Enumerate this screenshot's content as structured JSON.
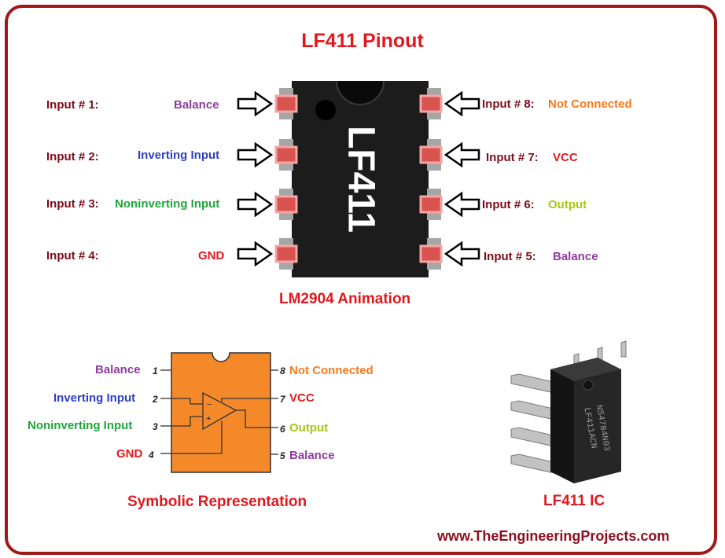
{
  "title": "LF411 Pinout",
  "chip_label": "LF411",
  "chip_caption": "LM2904 Animation",
  "left_pins": [
    {
      "label": "Input # 1:",
      "function": "Balance",
      "color": "#8e3c9e"
    },
    {
      "label": "Input # 2:",
      "function": "Inverting Input",
      "color": "#2e3ec0"
    },
    {
      "label": "Input # 3:",
      "function": "Noninverting Input",
      "color": "#1fa53a"
    },
    {
      "label": "Input # 4:",
      "function": "GND",
      "color": "#e0191f"
    }
  ],
  "right_pins": [
    {
      "label": "Input # 8:",
      "function": "Not Connected",
      "color": "#f57a1f"
    },
    {
      "label": "Input # 7:",
      "function": "VCC",
      "color": "#e0191f"
    },
    {
      "label": "Input # 6:",
      "function": "Output",
      "color": "#a8c816"
    },
    {
      "label": "Input # 5:",
      "function": "Balance",
      "color": "#8e3c9e"
    }
  ],
  "symbol": {
    "caption": "Symbolic Representation",
    "left": [
      {
        "name": "Balance",
        "num": "1",
        "color": "#8e3c9e"
      },
      {
        "name": "Inverting Input",
        "num": "2",
        "color": "#2e3ec0"
      },
      {
        "name": "Noninverting Input",
        "num": "3",
        "color": "#1fa53a"
      },
      {
        "name": "GND",
        "num": "4",
        "color": "#e0191f"
      }
    ],
    "right": [
      {
        "name": "Not Connected",
        "num": "8",
        "color": "#f57a1f"
      },
      {
        "name": "VCC",
        "num": "7",
        "color": "#e0191f"
      },
      {
        "name": "Output",
        "num": "6",
        "color": "#a8c816"
      },
      {
        "name": "Balance",
        "num": "5",
        "color": "#8e3c9e"
      }
    ],
    "minus": "−",
    "plus": "+"
  },
  "photo": {
    "caption": "LF411 IC",
    "marking_1": "LF411ACN",
    "marking_2": "NS4784N03"
  },
  "footer": "www.TheEngineeringProjects.com",
  "colors": {
    "frame": "#a01818",
    "heading": "#e0191f",
    "pin_label": "#7b0c1a",
    "chip_body": "#1c1c1c",
    "pin_pad": "#d9534f",
    "symbol_body": "#f5892a"
  }
}
